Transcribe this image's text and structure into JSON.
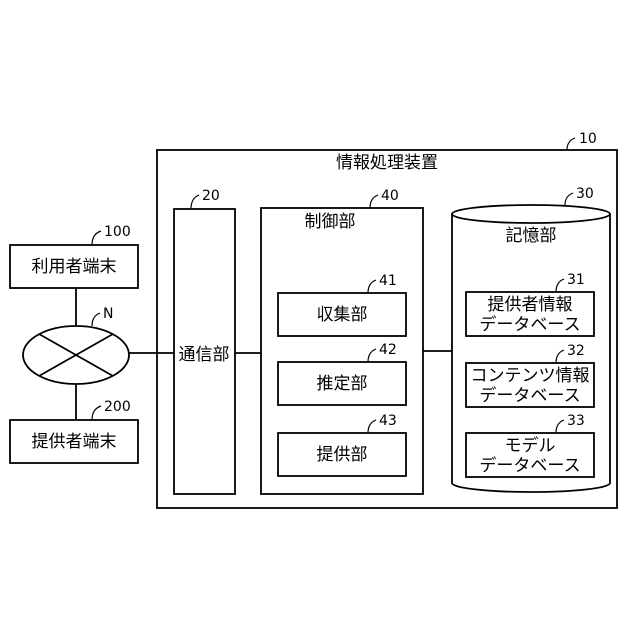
{
  "device": {
    "label": "情報処理装置",
    "ref": "10"
  },
  "user_terminal": {
    "label": "利用者端末",
    "ref": "100"
  },
  "network": {
    "ref": "N"
  },
  "provider_terminal": {
    "label": "提供者端末",
    "ref": "200"
  },
  "comm_unit": {
    "label": "通信部",
    "ref": "20"
  },
  "control_unit": {
    "label": "制御部",
    "ref": "40",
    "collect": {
      "label": "収集部",
      "ref": "41"
    },
    "estimate": {
      "label": "推定部",
      "ref": "42"
    },
    "provide": {
      "label": "提供部",
      "ref": "43"
    }
  },
  "storage_unit": {
    "label": "記憶部",
    "ref": "30",
    "provider_db": {
      "line1": "提供者情報",
      "line2": "データベース",
      "ref": "31"
    },
    "content_db": {
      "line1": "コンテンツ情報",
      "line2": "データベース",
      "ref": "32"
    },
    "model_db": {
      "line1": "モデル",
      "line2": "データベース",
      "ref": "33"
    }
  }
}
